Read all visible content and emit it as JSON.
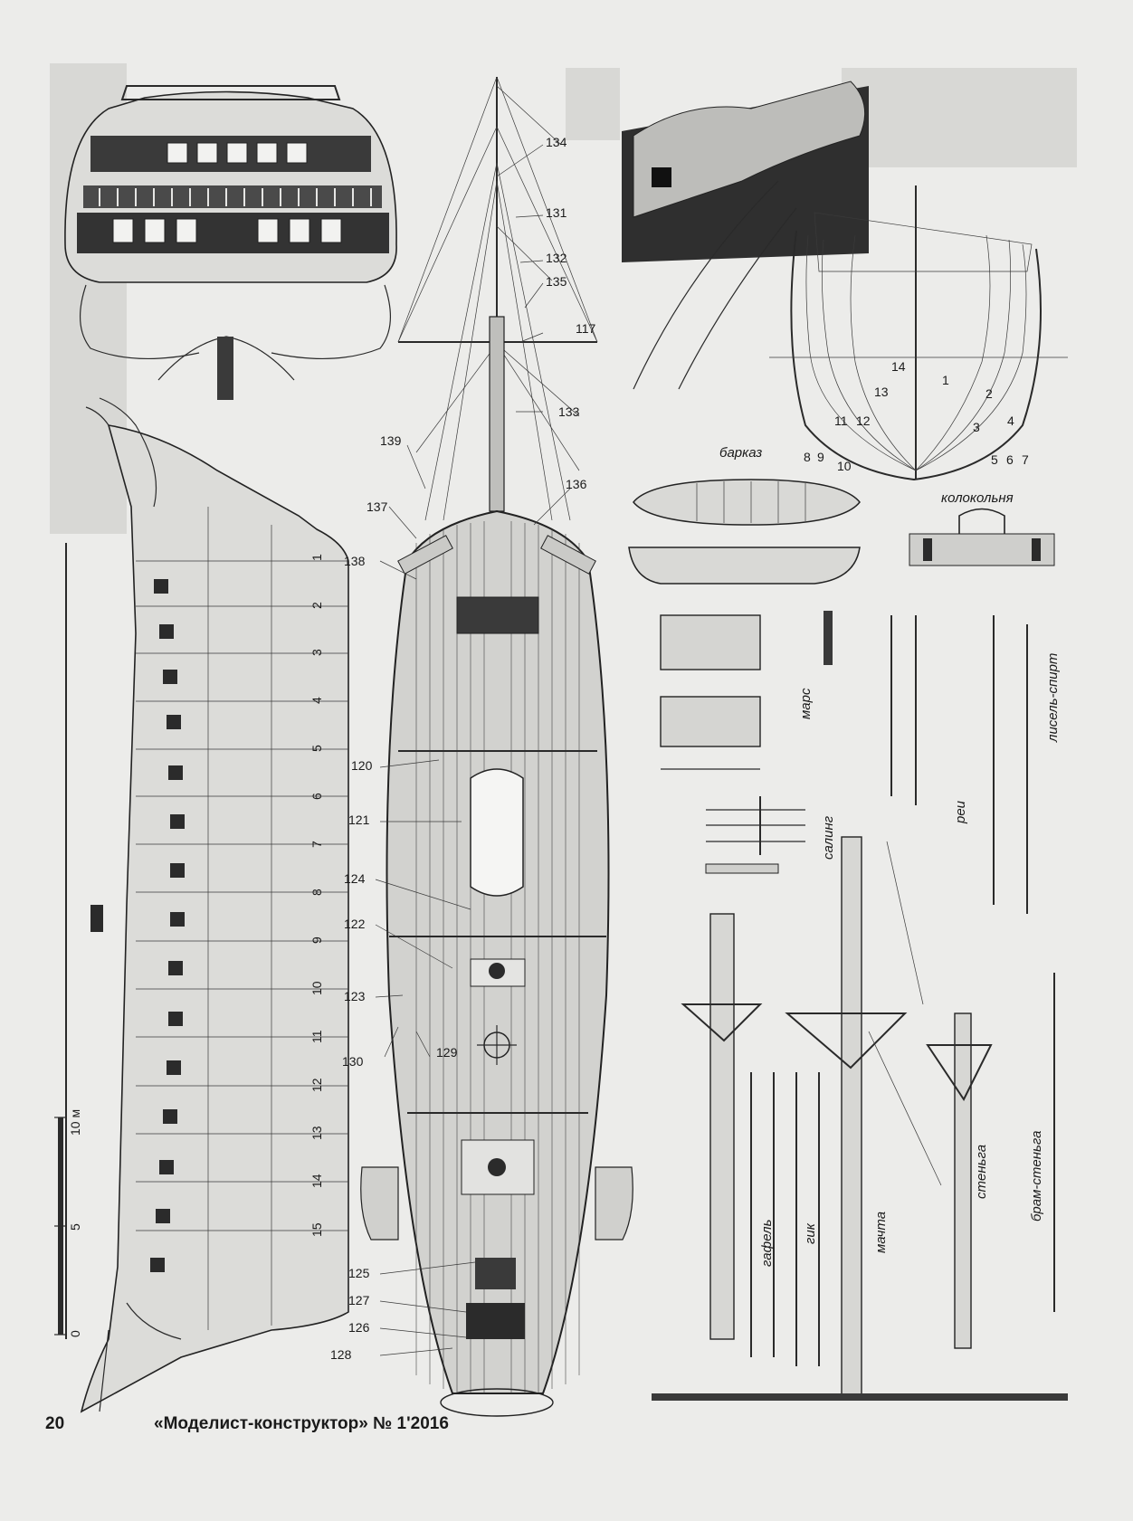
{
  "footer": {
    "page_number": "20",
    "journal": "«Моделист-конструктор» № 1'2016"
  },
  "captions": {
    "barkaz": "барказ",
    "kolokolnya": "колокольня",
    "mars": "марс",
    "saling": "салинг",
    "rei": "реи",
    "lisel_spirt": "лисель-спирт",
    "gafel": "гафель",
    "gik": "гик",
    "machta": "мачта",
    "stenga": "стеньга",
    "bram_stenga": "брам-стеньга"
  },
  "scale_bar": {
    "ticks": [
      "0",
      "5",
      "10 м"
    ]
  },
  "frame_numbers": [
    "1",
    "2",
    "3",
    "4",
    "5",
    "6",
    "7",
    "8",
    "9",
    "10",
    "11",
    "12",
    "13",
    "14",
    "15"
  ],
  "body_plan_numbers": [
    "1",
    "2",
    "3",
    "4",
    "5",
    "6",
    "7",
    "8",
    "9",
    "10",
    "11",
    "12",
    "13",
    "14"
  ],
  "callouts": [
    "134",
    "131",
    "132",
    "135",
    "117",
    "133",
    "139",
    "136",
    "137",
    "138",
    "120",
    "121",
    "124",
    "122",
    "123",
    "130",
    "129",
    "125",
    "127",
    "126",
    "128"
  ]
}
